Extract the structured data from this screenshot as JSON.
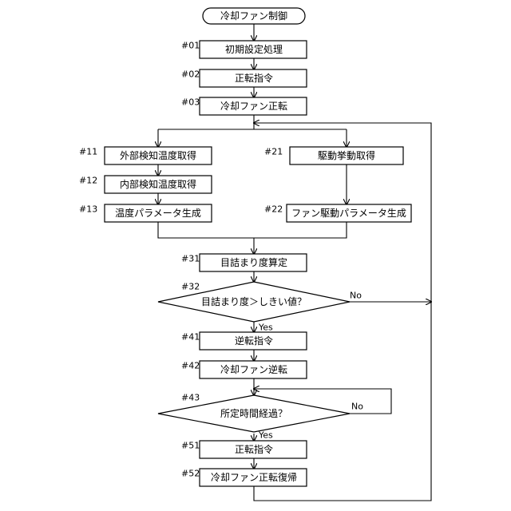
{
  "start": {
    "label": "冷却ファン制御"
  },
  "steps": {
    "s01": {
      "id": "#01",
      "label": "初期設定処理"
    },
    "s02": {
      "id": "#02",
      "label": "正転指令"
    },
    "s03": {
      "id": "#03",
      "label": "冷却ファン正転"
    },
    "s11": {
      "id": "#11",
      "label": "外部検知温度取得"
    },
    "s12": {
      "id": "#12",
      "label": "内部検知温度取得"
    },
    "s13": {
      "id": "#13",
      "label": "温度パラメータ生成"
    },
    "s21": {
      "id": "#21",
      "label": "駆動挙動取得"
    },
    "s22": {
      "id": "#22",
      "label": "ファン駆動パラメータ生成"
    },
    "s31": {
      "id": "#31",
      "label": "目詰まり度算定"
    },
    "s41": {
      "id": "#41",
      "label": "逆転指令"
    },
    "s42": {
      "id": "#42",
      "label": "冷却ファン逆転"
    },
    "s51": {
      "id": "#51",
      "label": "正転指令"
    },
    "s52": {
      "id": "#52",
      "label": "冷却ファン正転復帰"
    }
  },
  "decisions": {
    "d32": {
      "id": "#32",
      "label": "目詰まり度＞しきい値？",
      "yes": "Yes",
      "no": "No"
    },
    "d43": {
      "id": "#43",
      "label": "所定時間経過？",
      "yes": "Yes",
      "no": "No"
    }
  }
}
